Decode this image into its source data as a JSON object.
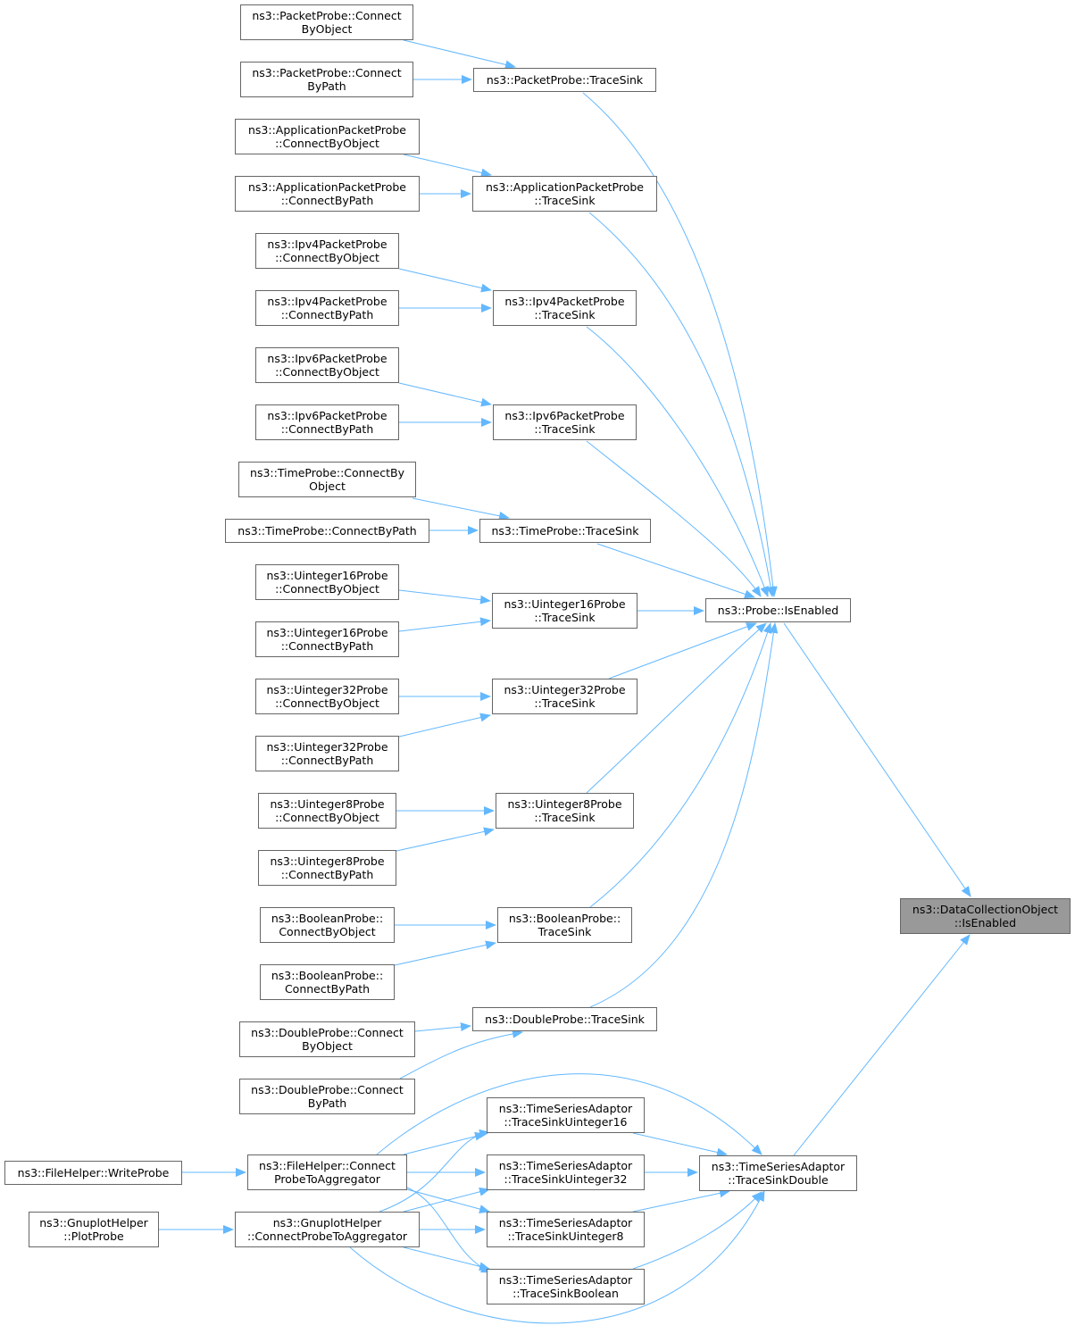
{
  "colors": {
    "edge": "#63b8ff",
    "node_border": "#666666",
    "highlight_fill": "#999999"
  },
  "nodes": [
    {
      "id": "dco_isenabled",
      "label": [
        "ns3::DataCollectionObject",
        "::IsEnabled"
      ],
      "highlight": true
    },
    {
      "id": "probe_isenabled",
      "label": [
        "ns3::Probe::IsEnabled"
      ]
    },
    {
      "id": "tsa_tsdouble",
      "label": [
        "ns3::TimeSeriesAdaptor",
        "::TraceSinkDouble"
      ]
    },
    {
      "id": "pp_ts",
      "label": [
        "ns3::PacketProbe::TraceSink"
      ]
    },
    {
      "id": "pp_cbo",
      "label": [
        "ns3::PacketProbe::Connect",
        "ByObject"
      ]
    },
    {
      "id": "pp_cbp",
      "label": [
        "ns3::PacketProbe::Connect",
        "ByPath"
      ]
    },
    {
      "id": "app_ts",
      "label": [
        "ns3::ApplicationPacketProbe",
        "::TraceSink"
      ]
    },
    {
      "id": "app_cbo",
      "label": [
        "ns3::ApplicationPacketProbe",
        "::ConnectByObject"
      ]
    },
    {
      "id": "app_cbp",
      "label": [
        "ns3::ApplicationPacketProbe",
        "::ConnectByPath"
      ]
    },
    {
      "id": "ipv4_ts",
      "label": [
        "ns3::Ipv4PacketProbe",
        "::TraceSink"
      ]
    },
    {
      "id": "ipv4_cbo",
      "label": [
        "ns3::Ipv4PacketProbe",
        "::ConnectByObject"
      ]
    },
    {
      "id": "ipv4_cbp",
      "label": [
        "ns3::Ipv4PacketProbe",
        "::ConnectByPath"
      ]
    },
    {
      "id": "ipv6_ts",
      "label": [
        "ns3::Ipv6PacketProbe",
        "::TraceSink"
      ]
    },
    {
      "id": "ipv6_cbo",
      "label": [
        "ns3::Ipv6PacketProbe",
        "::ConnectByObject"
      ]
    },
    {
      "id": "ipv6_cbp",
      "label": [
        "ns3::Ipv6PacketProbe",
        "::ConnectByPath"
      ]
    },
    {
      "id": "tp_ts",
      "label": [
        "ns3::TimeProbe::TraceSink"
      ]
    },
    {
      "id": "tp_cbo",
      "label": [
        "ns3::TimeProbe::ConnectBy",
        "Object"
      ]
    },
    {
      "id": "tp_cbp",
      "label": [
        "ns3::TimeProbe::ConnectByPath"
      ]
    },
    {
      "id": "u16_ts",
      "label": [
        "ns3::Uinteger16Probe",
        "::TraceSink"
      ]
    },
    {
      "id": "u16_cbo",
      "label": [
        "ns3::Uinteger16Probe",
        "::ConnectByObject"
      ]
    },
    {
      "id": "u16_cbp",
      "label": [
        "ns3::Uinteger16Probe",
        "::ConnectByPath"
      ]
    },
    {
      "id": "u32_ts",
      "label": [
        "ns3::Uinteger32Probe",
        "::TraceSink"
      ]
    },
    {
      "id": "u32_cbo",
      "label": [
        "ns3::Uinteger32Probe",
        "::ConnectByObject"
      ]
    },
    {
      "id": "u32_cbp",
      "label": [
        "ns3::Uinteger32Probe",
        "::ConnectByPath"
      ]
    },
    {
      "id": "u8_ts",
      "label": [
        "ns3::Uinteger8Probe",
        "::TraceSink"
      ]
    },
    {
      "id": "u8_cbo",
      "label": [
        "ns3::Uinteger8Probe",
        "::ConnectByObject"
      ]
    },
    {
      "id": "u8_cbp",
      "label": [
        "ns3::Uinteger8Probe",
        "::ConnectByPath"
      ]
    },
    {
      "id": "bp_ts",
      "label": [
        "ns3::BooleanProbe::",
        "TraceSink"
      ]
    },
    {
      "id": "bp_cbo",
      "label": [
        "ns3::BooleanProbe::",
        "ConnectByObject"
      ]
    },
    {
      "id": "bp_cbp",
      "label": [
        "ns3::BooleanProbe::",
        "ConnectByPath"
      ]
    },
    {
      "id": "dp_ts",
      "label": [
        "ns3::DoubleProbe::TraceSink"
      ]
    },
    {
      "id": "dp_cbo",
      "label": [
        "ns3::DoubleProbe::Connect",
        "ByObject"
      ]
    },
    {
      "id": "dp_cbp",
      "label": [
        "ns3::DoubleProbe::Connect",
        "ByPath"
      ]
    },
    {
      "id": "tsa_u16",
      "label": [
        "ns3::TimeSeriesAdaptor",
        "::TraceSinkUinteger16"
      ]
    },
    {
      "id": "tsa_u32",
      "label": [
        "ns3::TimeSeriesAdaptor",
        "::TraceSinkUinteger32"
      ]
    },
    {
      "id": "tsa_u8",
      "label": [
        "ns3::TimeSeriesAdaptor",
        "::TraceSinkUinteger8"
      ]
    },
    {
      "id": "tsa_bool",
      "label": [
        "ns3::TimeSeriesAdaptor",
        "::TraceSinkBoolean"
      ]
    },
    {
      "id": "fh_cpta",
      "label": [
        "ns3::FileHelper::Connect",
        "ProbeToAggregator"
      ]
    },
    {
      "id": "fh_wp",
      "label": [
        "ns3::FileHelper::WriteProbe"
      ]
    },
    {
      "id": "gh_cpta",
      "label": [
        "ns3::GnuplotHelper",
        "::ConnectProbeToAggregator"
      ]
    },
    {
      "id": "gh_pp",
      "label": [
        "ns3::GnuplotHelper",
        "::PlotProbe"
      ]
    }
  ],
  "edges": [
    {
      "from": "probe_isenabled",
      "to": "dco_isenabled"
    },
    {
      "from": "tsa_tsdouble",
      "to": "dco_isenabled"
    },
    {
      "from": "pp_ts",
      "to": "probe_isenabled"
    },
    {
      "from": "app_ts",
      "to": "probe_isenabled"
    },
    {
      "from": "ipv4_ts",
      "to": "probe_isenabled"
    },
    {
      "from": "ipv6_ts",
      "to": "probe_isenabled"
    },
    {
      "from": "tp_ts",
      "to": "probe_isenabled"
    },
    {
      "from": "u16_ts",
      "to": "probe_isenabled"
    },
    {
      "from": "u32_ts",
      "to": "probe_isenabled"
    },
    {
      "from": "u8_ts",
      "to": "probe_isenabled"
    },
    {
      "from": "bp_ts",
      "to": "probe_isenabled"
    },
    {
      "from": "dp_ts",
      "to": "probe_isenabled"
    },
    {
      "from": "pp_cbo",
      "to": "pp_ts"
    },
    {
      "from": "pp_cbp",
      "to": "pp_ts"
    },
    {
      "from": "app_cbo",
      "to": "app_ts"
    },
    {
      "from": "app_cbp",
      "to": "app_ts"
    },
    {
      "from": "ipv4_cbo",
      "to": "ipv4_ts"
    },
    {
      "from": "ipv4_cbp",
      "to": "ipv4_ts"
    },
    {
      "from": "ipv6_cbo",
      "to": "ipv6_ts"
    },
    {
      "from": "ipv6_cbp",
      "to": "ipv6_ts"
    },
    {
      "from": "tp_cbo",
      "to": "tp_ts"
    },
    {
      "from": "tp_cbp",
      "to": "tp_ts"
    },
    {
      "from": "u16_cbo",
      "to": "u16_ts"
    },
    {
      "from": "u16_cbp",
      "to": "u16_ts"
    },
    {
      "from": "u32_cbo",
      "to": "u32_ts"
    },
    {
      "from": "u32_cbp",
      "to": "u32_ts"
    },
    {
      "from": "u8_cbo",
      "to": "u8_ts"
    },
    {
      "from": "u8_cbp",
      "to": "u8_ts"
    },
    {
      "from": "bp_cbo",
      "to": "bp_ts"
    },
    {
      "from": "bp_cbp",
      "to": "bp_ts"
    },
    {
      "from": "dp_cbo",
      "to": "dp_ts"
    },
    {
      "from": "dp_cbp",
      "to": "dp_ts"
    },
    {
      "from": "tsa_u16",
      "to": "tsa_tsdouble"
    },
    {
      "from": "tsa_u32",
      "to": "tsa_tsdouble"
    },
    {
      "from": "tsa_u8",
      "to": "tsa_tsdouble"
    },
    {
      "from": "tsa_bool",
      "to": "tsa_tsdouble"
    },
    {
      "from": "fh_cpta",
      "to": "tsa_tsdouble"
    },
    {
      "from": "gh_cpta",
      "to": "tsa_tsdouble"
    },
    {
      "from": "fh_cpta",
      "to": "tsa_u16"
    },
    {
      "from": "fh_cpta",
      "to": "tsa_u32"
    },
    {
      "from": "fh_cpta",
      "to": "tsa_u8"
    },
    {
      "from": "fh_cpta",
      "to": "tsa_bool"
    },
    {
      "from": "gh_cpta",
      "to": "tsa_u16"
    },
    {
      "from": "gh_cpta",
      "to": "tsa_u32"
    },
    {
      "from": "gh_cpta",
      "to": "tsa_u8"
    },
    {
      "from": "gh_cpta",
      "to": "tsa_bool"
    },
    {
      "from": "fh_wp",
      "to": "fh_cpta"
    },
    {
      "from": "gh_pp",
      "to": "gh_cpta"
    }
  ]
}
